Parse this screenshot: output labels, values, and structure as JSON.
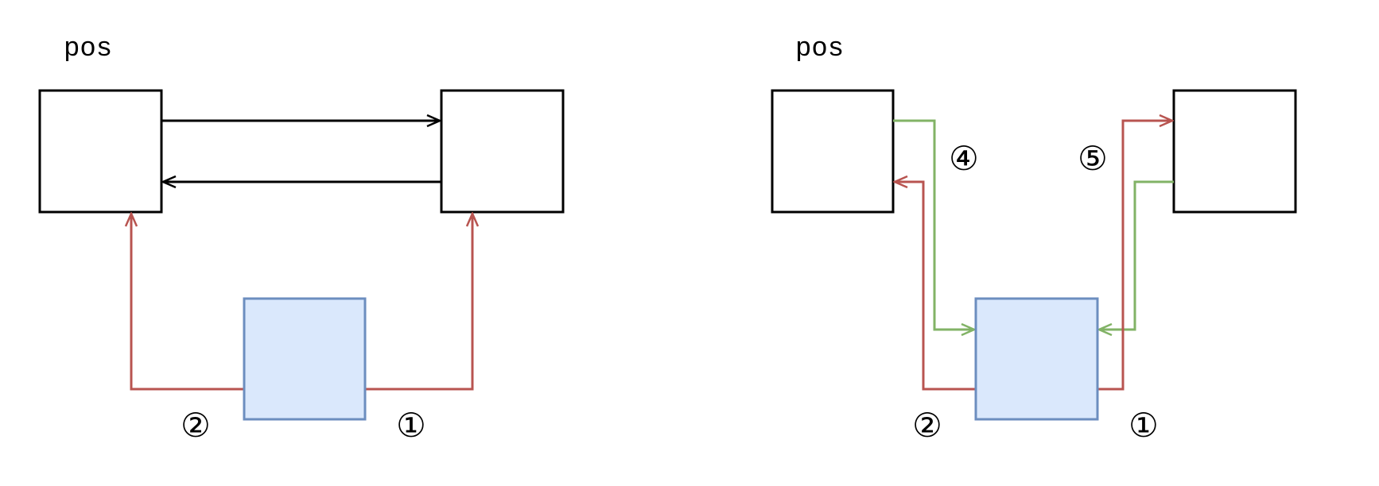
{
  "colors": {
    "stroke": "#000000",
    "red": "#b85450",
    "green": "#82b366",
    "blue_fill": "#dae8fc",
    "blue_stroke": "#6c8ebf"
  },
  "left_diagram": {
    "label": "pos",
    "marks": [
      "②",
      "①"
    ]
  },
  "right_diagram": {
    "label": "pos",
    "marks": [
      "④",
      "⑤",
      "②",
      "①"
    ]
  }
}
